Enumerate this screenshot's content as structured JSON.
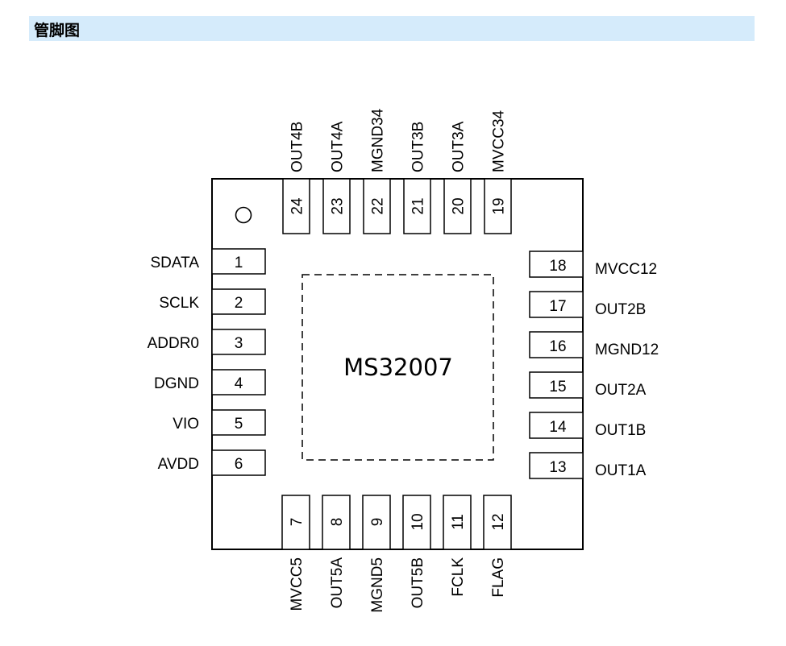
{
  "header": {
    "title": "管脚图"
  },
  "chip": {
    "name": "MS32007"
  },
  "pins": {
    "left": [
      {
        "num": "1",
        "name": "SDATA"
      },
      {
        "num": "2",
        "name": "SCLK"
      },
      {
        "num": "3",
        "name": "ADDR0"
      },
      {
        "num": "4",
        "name": "DGND"
      },
      {
        "num": "5",
        "name": "VIO"
      },
      {
        "num": "6",
        "name": "AVDD"
      }
    ],
    "bottom": [
      {
        "num": "7",
        "name": "MVCC5"
      },
      {
        "num": "8",
        "name": "OUT5A"
      },
      {
        "num": "9",
        "name": "MGND5"
      },
      {
        "num": "10",
        "name": "OUT5B"
      },
      {
        "num": "11",
        "name": "FCLK"
      },
      {
        "num": "12",
        "name": "FLAG"
      }
    ],
    "right": [
      {
        "num": "13",
        "name": "OUT1A"
      },
      {
        "num": "14",
        "name": "OUT1B"
      },
      {
        "num": "15",
        "name": "OUT2A"
      },
      {
        "num": "16",
        "name": "MGND12"
      },
      {
        "num": "17",
        "name": "OUT2B"
      },
      {
        "num": "18",
        "name": "MVCC12"
      }
    ],
    "top": [
      {
        "num": "19",
        "name": "MVCC34"
      },
      {
        "num": "20",
        "name": "OUT3A"
      },
      {
        "num": "21",
        "name": "OUT3B"
      },
      {
        "num": "22",
        "name": "MGND34"
      },
      {
        "num": "23",
        "name": "OUT4A"
      },
      {
        "num": "24",
        "name": "OUT4B"
      }
    ]
  }
}
